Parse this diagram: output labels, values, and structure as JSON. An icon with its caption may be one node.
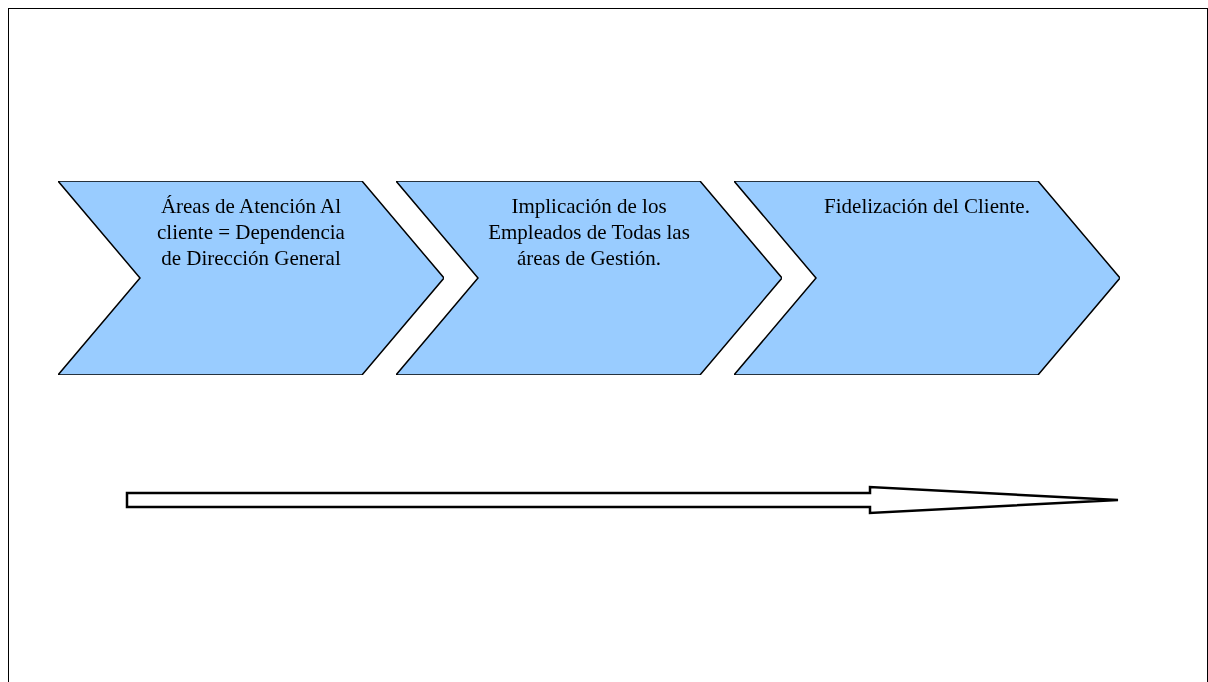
{
  "diagram": {
    "nodes": [
      {
        "text": [
          "Áreas de Atención Al cliente = Dependencia de Dirección General"
        ]
      },
      {
        "text": [
          "Implicación de los Empleados de Todas las áreas de Gestión."
        ]
      },
      {
        "text": [
          "Fidelización del Cliente."
        ]
      }
    ],
    "edges": []
  }
}
